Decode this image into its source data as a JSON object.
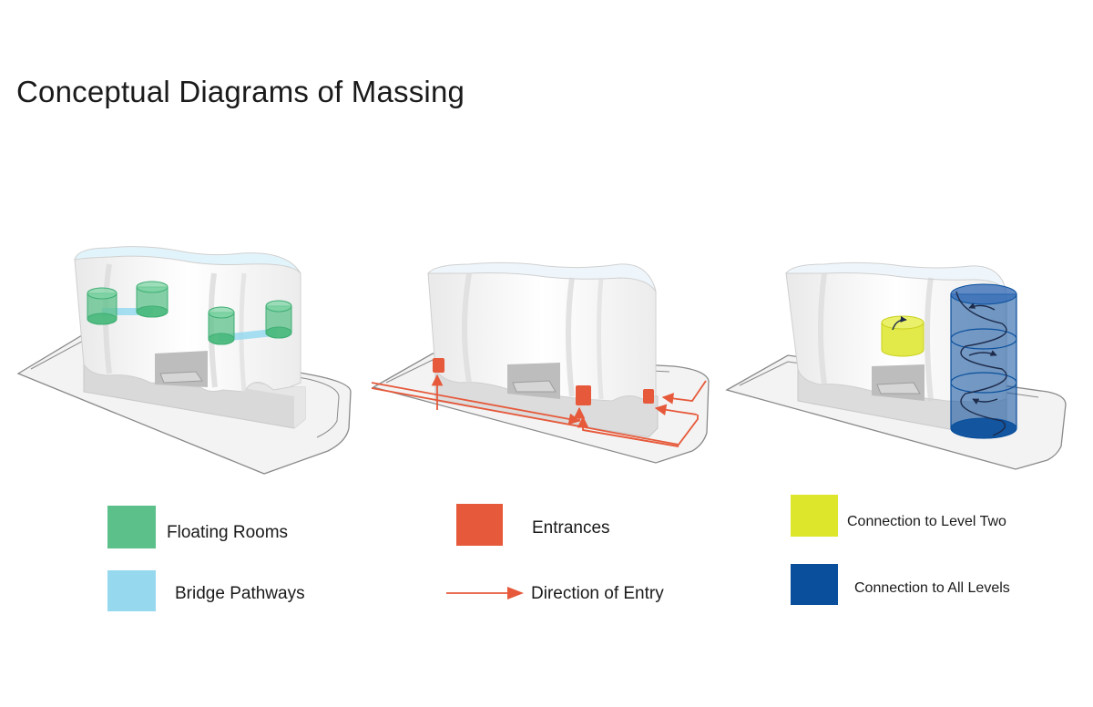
{
  "title": "Conceptual Diagrams of Massing",
  "colors": {
    "floating_rooms": "#5cc08a",
    "bridge_pathways": "#96d9ef",
    "entrances": "#e6593a",
    "direction_of_entry": "#e6593a",
    "connection_level_two": "#dde62a",
    "connection_all_levels": "#0a4f9c"
  },
  "legend": {
    "floating_rooms": "Floating Rooms",
    "bridge_pathways": "Bridge Pathways",
    "entrances": "Entrances",
    "direction_of_entry": "Direction of Entry",
    "connection_level_two": "Connection to Level Two",
    "connection_all_levels": "Connection to All Levels"
  }
}
